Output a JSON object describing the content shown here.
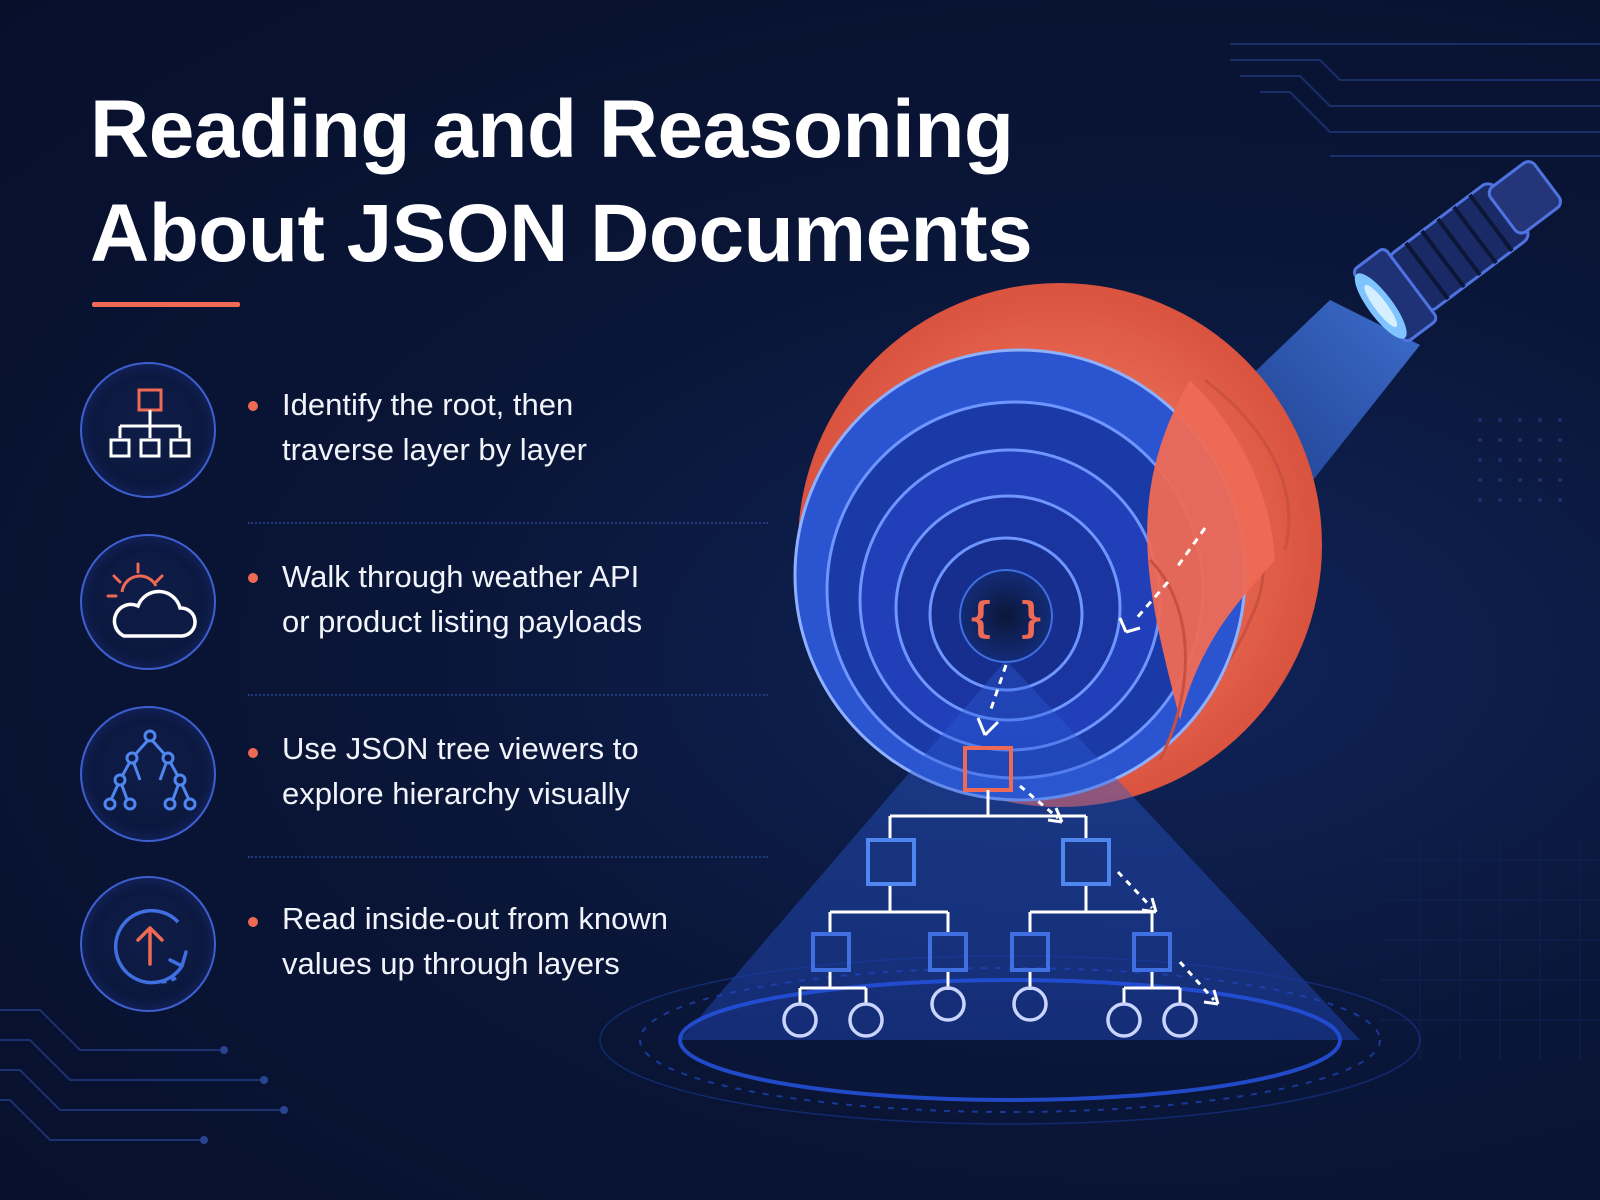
{
  "title": {
    "line1": "Reading and Reasoning",
    "line2": "About JSON Documents"
  },
  "features": [
    {
      "icon": "hierarchy-icon",
      "line1": "Identify the root, then",
      "line2": "traverse layer by layer"
    },
    {
      "icon": "weather-icon",
      "line1": "Walk through weather API",
      "line2": "or product listing payloads"
    },
    {
      "icon": "tree-viewer-icon",
      "line1": "Use JSON tree viewers to",
      "line2": "explore hierarchy visually"
    },
    {
      "icon": "inside-out-icon",
      "line1": "Read inside-out from known",
      "line2": "values up through layers"
    }
  ],
  "illustration": {
    "core_symbol": "{ }"
  },
  "colors": {
    "background": "#070f2b",
    "accent": "#ef6a55",
    "blue": "#3f6fe0",
    "text": "#ffffff"
  }
}
